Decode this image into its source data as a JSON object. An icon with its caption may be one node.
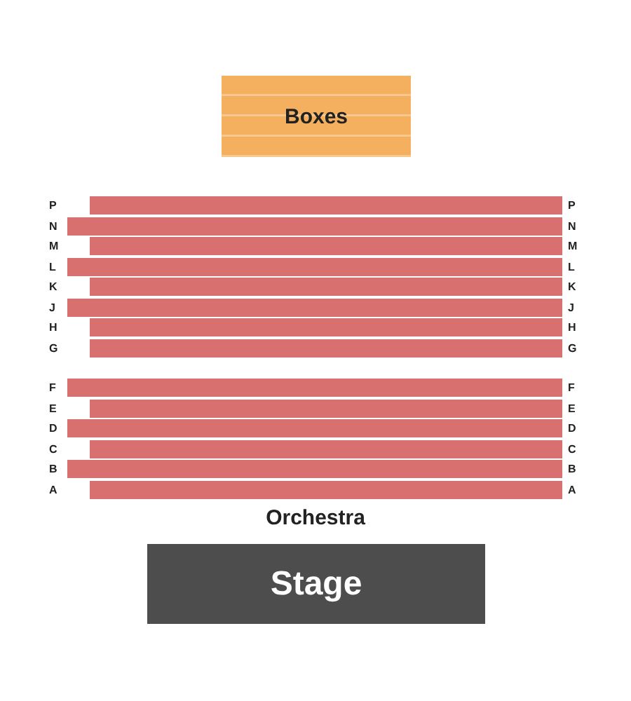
{
  "diagram": {
    "nodes": [
      {
        "text": [
          "Boxes"
        ]
      },
      {
        "text": [],
        "shape": "bar"
      },
      {
        "text": [],
        "shape": "bar"
      },
      {
        "text": [],
        "shape": "bar"
      },
      {
        "text": [],
        "shape": "bar"
      },
      {
        "text": [],
        "shape": "bar"
      },
      {
        "text": [],
        "shape": "bar"
      },
      {
        "text": [],
        "shape": "bar"
      },
      {
        "text": [],
        "shape": "bar"
      },
      {
        "text": [],
        "shape": "bar"
      },
      {
        "text": [],
        "shape": "bar"
      },
      {
        "text": [],
        "shape": "bar"
      },
      {
        "text": [],
        "shape": "bar"
      },
      {
        "text": [],
        "shape": "bar"
      },
      {
        "text": [],
        "shape": "bar"
      },
      {
        "text": [
          "Stage"
        ]
      }
    ],
    "labels": [
      "P",
      "P",
      "N",
      "N",
      "M",
      "M",
      "L",
      "L",
      "K",
      "K",
      "J",
      "J",
      "H",
      "H",
      "G",
      "G",
      "F",
      "F",
      "E",
      "E",
      "D",
      "D",
      "C",
      "C",
      "B",
      "B",
      "A",
      "A",
      "Orchestra"
    ]
  }
}
